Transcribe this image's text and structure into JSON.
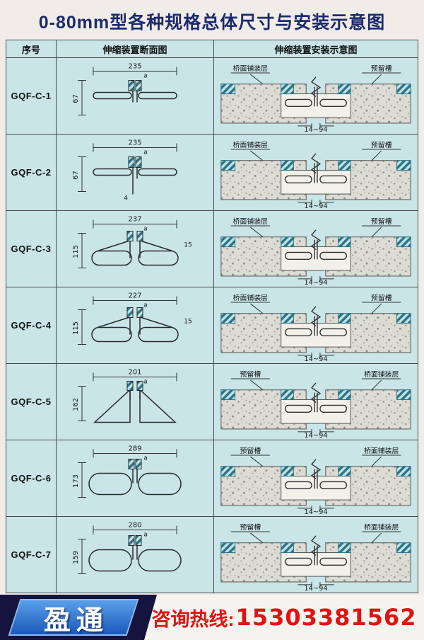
{
  "page": {
    "title": "0-80mm型各种规格总体尺寸与安装示意图",
    "cell_color": "#c9e5e8",
    "title_color": "#1c2b6e",
    "hatch_color": "#2e7486",
    "concrete_color": "#dcdcd4"
  },
  "table": {
    "headers": {
      "col1": "序号",
      "col2": "伸缩装置断面图",
      "col3": "伸缩装置安装示意图"
    },
    "rows": [
      {
        "model": "GQF-C-1",
        "section": {
          "width": "235",
          "height": "67",
          "gap": "a",
          "side": ""
        },
        "install": {
          "left_label": "桥面铺装层",
          "right_label": "预留槽",
          "range": "14~94"
        }
      },
      {
        "model": "GQF-C-2",
        "section": {
          "width": "235",
          "height": "67",
          "gap": "a",
          "side": "4"
        },
        "install": {
          "left_label": "桥面铺装层",
          "right_label": "预留槽",
          "range": "14~94"
        }
      },
      {
        "model": "GQF-C-3",
        "section": {
          "width": "237",
          "height": "115",
          "gap": "a",
          "side": "15"
        },
        "install": {
          "left_label": "桥面铺装层",
          "right_label": "预留槽",
          "range": "14~94"
        }
      },
      {
        "model": "GQF-C-4",
        "section": {
          "width": "227",
          "height": "115",
          "gap": "a",
          "side": "15"
        },
        "install": {
          "left_label": "桥面铺装层",
          "right_label": "预留槽",
          "range": "14~94"
        }
      },
      {
        "model": "GQF-C-5",
        "section": {
          "width": "201",
          "height": "162",
          "gap": "a",
          "side": ""
        },
        "install": {
          "left_label": "预留槽",
          "right_label": "桥面铺装层",
          "range": "14~94"
        }
      },
      {
        "model": "GQF-C-6",
        "section": {
          "width": "289",
          "height": "173",
          "gap": "a",
          "side": ""
        },
        "install": {
          "left_label": "预留槽",
          "right_label": "桥面铺装层",
          "range": "14~94"
        }
      },
      {
        "model": "GQF-C-7",
        "section": {
          "width": "280",
          "height": "159",
          "gap": "a",
          "side": ""
        },
        "install": {
          "left_label": "预留槽",
          "right_label": "桥面铺装层",
          "range": "14~94"
        }
      }
    ]
  },
  "footer": {
    "brand": "盈通",
    "hotline_label": "咨询热线:",
    "hotline_number": "15303381562"
  }
}
